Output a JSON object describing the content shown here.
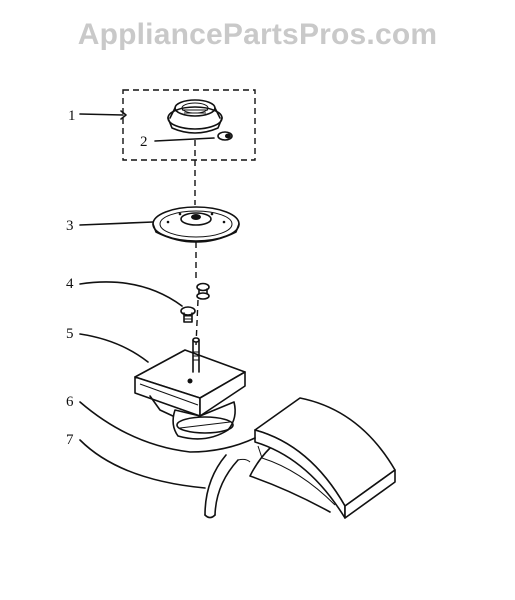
{
  "watermark": "AppliancePartsPros.com",
  "callouts": [
    {
      "id": "1",
      "label": "1"
    },
    {
      "id": "2",
      "label": "2"
    },
    {
      "id": "3",
      "label": "3"
    },
    {
      "id": "4",
      "label": "4"
    },
    {
      "id": "5",
      "label": "5"
    },
    {
      "id": "6",
      "label": "6"
    },
    {
      "id": "7",
      "label": "7"
    }
  ],
  "colors": {
    "ink": "#111111",
    "watermark": "#c9c9c9",
    "background": "#ffffff"
  }
}
